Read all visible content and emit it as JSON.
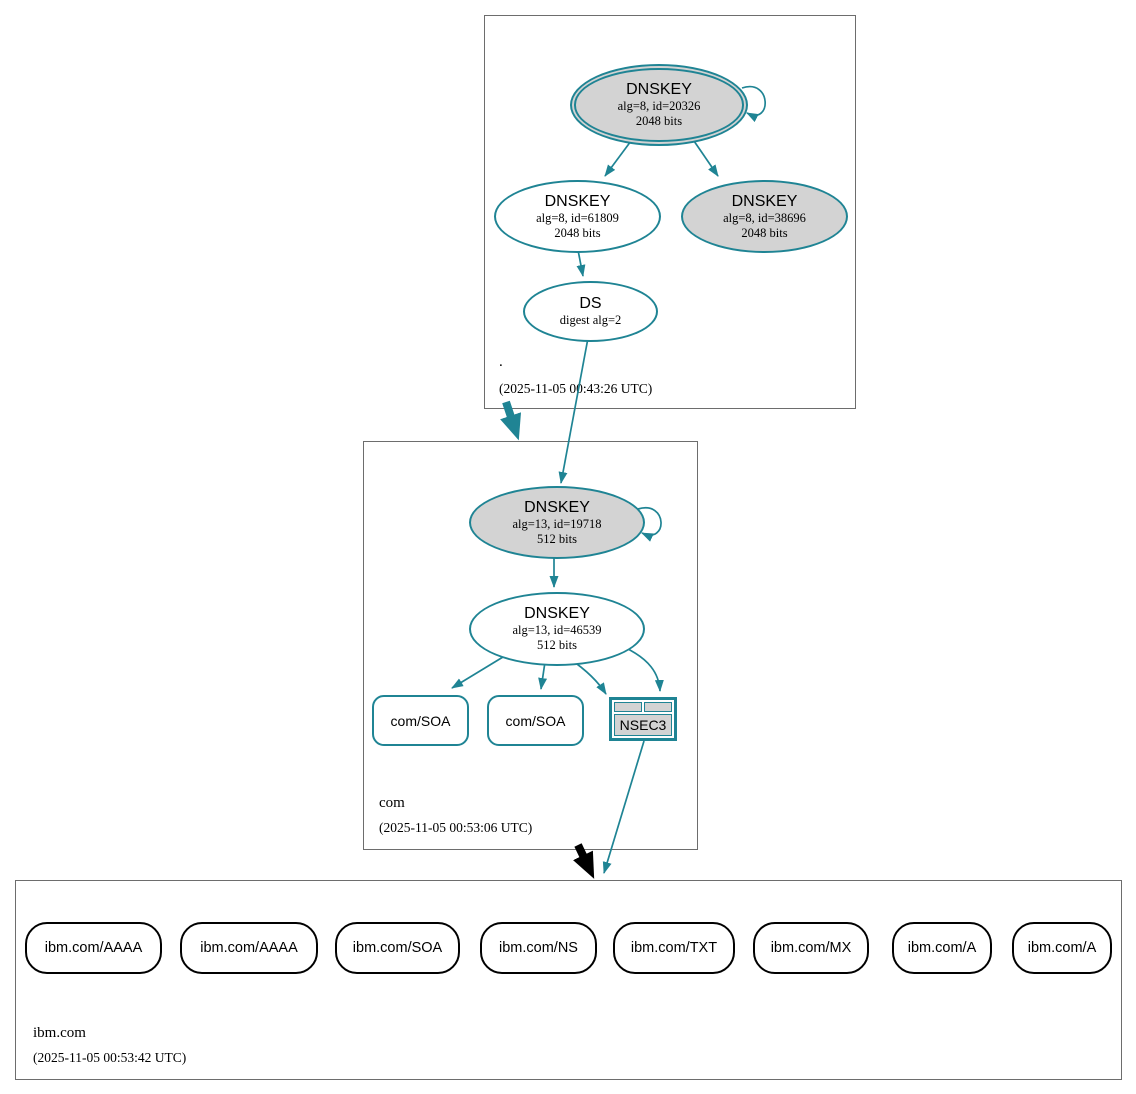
{
  "diagram": {
    "type": "dnssec-authentication-graph",
    "colors": {
      "secure_teal": "#1f8494",
      "node_gray_fill": "#d3d3d3",
      "insecure_black": "#000000",
      "zone_border_gray": "#6d6d6d"
    },
    "zones": {
      "root": {
        "name": ".",
        "timestamp": "(2025-11-05 00:43:26 UTC)",
        "nodes": {
          "ksk": {
            "type": "DNSKEY",
            "detail1": "alg=8, id=20326",
            "detail2": "2048 bits"
          },
          "zsk": {
            "type": "DNSKEY",
            "detail1": "alg=8, id=61809",
            "detail2": "2048 bits"
          },
          "key2": {
            "type": "DNSKEY",
            "detail1": "alg=8, id=38696",
            "detail2": "2048 bits"
          },
          "ds": {
            "type": "DS",
            "detail1": "digest alg=2"
          }
        }
      },
      "com": {
        "name": "com",
        "timestamp": "(2025-11-05 00:53:06 UTC)",
        "nodes": {
          "ksk": {
            "type": "DNSKEY",
            "detail1": "alg=13, id=19718",
            "detail2": "512 bits"
          },
          "zsk": {
            "type": "DNSKEY",
            "detail1": "alg=13, id=46539",
            "detail2": "512 bits"
          },
          "soa1": {
            "label": "com/SOA"
          },
          "soa2": {
            "label": "com/SOA"
          },
          "nsec3": {
            "label": "NSEC3"
          }
        }
      },
      "ibm": {
        "name": "ibm.com",
        "timestamp": "(2025-11-05 00:53:42 UTC)",
        "rrsets": [
          {
            "label": "ibm.com/AAAA"
          },
          {
            "label": "ibm.com/AAAA"
          },
          {
            "label": "ibm.com/SOA"
          },
          {
            "label": "ibm.com/NS"
          },
          {
            "label": "ibm.com/TXT"
          },
          {
            "label": "ibm.com/MX"
          },
          {
            "label": "ibm.com/A"
          },
          {
            "label": "ibm.com/A"
          }
        ]
      }
    }
  }
}
